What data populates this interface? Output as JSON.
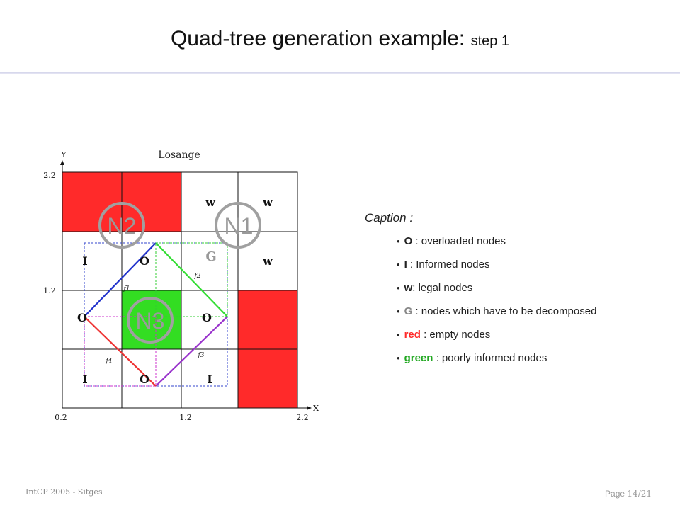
{
  "title": {
    "main": "Quad-tree generation example:",
    "step": "step 1"
  },
  "diagram": {
    "heading": "Losange",
    "axis_y_label": "Y",
    "axis_x_label": "X",
    "ticks": {
      "y_top": "2.2",
      "y_mid": "1.2",
      "origin": "0.2",
      "x_mid": "1.2",
      "x_right": "2.2"
    },
    "node_circles": [
      "N1",
      "N2",
      "N3"
    ],
    "cell_labels": {
      "r1c3": "w",
      "r1c4": "w",
      "r2c1": "I",
      "r2c2": "O",
      "r2c3": "G",
      "r2c4": "w",
      "r3c1": "O",
      "r3c3": "O",
      "r4c1": "I",
      "r4c2": "O",
      "r4c3": "I"
    },
    "face_labels": {
      "f1": "f1",
      "f2": "f2",
      "f3": "f3",
      "f4": "f4"
    },
    "colors": {
      "empty": "#ff2a2a",
      "poorly_informed": "#33dd22",
      "face1": "#2233cc",
      "face2": "#33dd33",
      "face3": "#9933cc",
      "face4": "#ee3333",
      "circle": "#a0a0a0"
    }
  },
  "caption": {
    "title": "Caption :",
    "items": [
      {
        "key": "O",
        "text": " : overloaded nodes"
      },
      {
        "key": "I",
        "text": " :  Informed nodes"
      },
      {
        "key": "w",
        "text": ": legal nodes"
      },
      {
        "key": "G",
        "text": " : nodes which have to be decomposed"
      },
      {
        "key": "red",
        "text": " :  empty nodes"
      },
      {
        "key": "green",
        "text": " : poorly informed nodes"
      }
    ]
  },
  "footer": {
    "left": "IntCP 2005 - Sitges",
    "page_prefix": "Page ",
    "page_number": "14/21"
  }
}
